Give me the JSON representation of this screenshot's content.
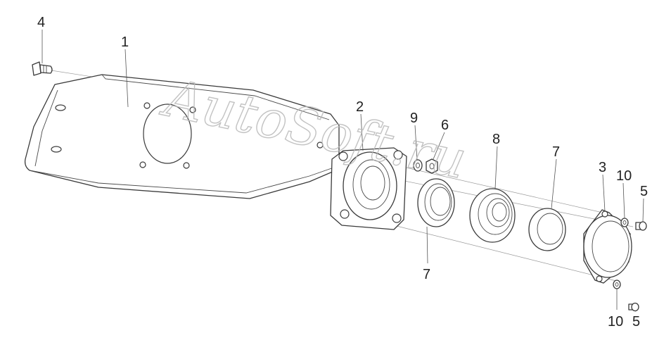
{
  "callouts": {
    "c1": "1",
    "c2": "2",
    "c3": "3",
    "c4": "4",
    "c5a": "5",
    "c5b": "5",
    "c6": "6",
    "c7a": "7",
    "c7b": "7",
    "c8": "8",
    "c9": "9",
    "c10a": "10",
    "c10b": "10"
  },
  "watermark": "AutoSoft.ru",
  "colors": {
    "line": "#3a3a3a",
    "watermark": "#b8b8b8",
    "background": "#ffffff"
  }
}
